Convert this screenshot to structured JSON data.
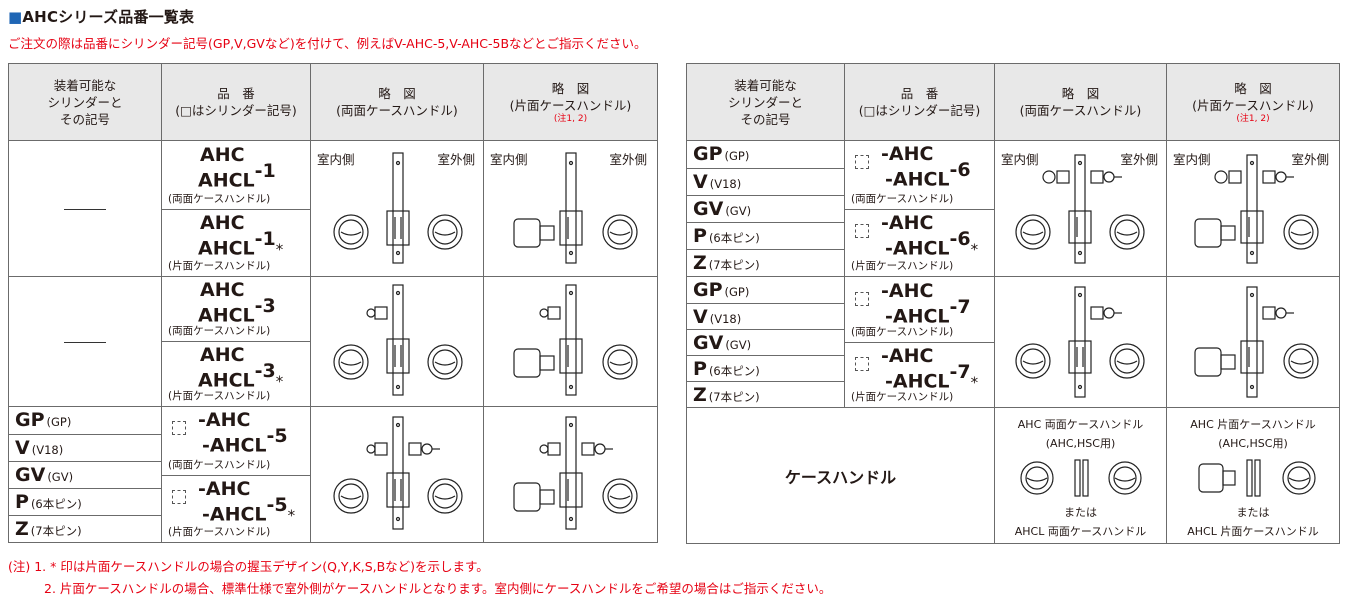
{
  "title": "AHCシリーズ品番一覧表",
  "title_marker": "■",
  "notice": "ご注文の際は品番にシリンダー記号(GP,V,GVなど)を付けて、例えばV-AHC-5,V-AHC-5Bなどとご指示ください。",
  "headers": {
    "cyl": [
      "装着可能な",
      "シリンダーと",
      "その記号"
    ],
    "part": [
      "品　番",
      "(□はシリンダー記号)"
    ],
    "fig_double": [
      "略　図",
      "(両面ケースハンドル)"
    ],
    "fig_single": [
      "略　図",
      "(片面ケースハンドル)"
    ],
    "fig_single_note": "(注1, 2)"
  },
  "labels": {
    "indoor": "室内側",
    "outdoor": "室外側",
    "cap_double": "(両面ケースハンドル)",
    "cap_single": "(片面ケースハンドル)",
    "none": "—"
  },
  "cylinders": [
    {
      "code": "GP",
      "sub": "(GP)"
    },
    {
      "code": "V",
      "sub": "(V18)"
    },
    {
      "code": "GV",
      "sub": "(GV)"
    },
    {
      "code": "P",
      "sub": "(6本ピン)"
    },
    {
      "code": "Z",
      "sub": "(7本ピン)"
    }
  ],
  "parts": {
    "p1": {
      "l1": "AHC",
      "l2": "AHCL",
      "num": "-1",
      "ast": "*"
    },
    "p3": {
      "l1": "AHC",
      "l2": "AHCL",
      "num": "-3",
      "ast": "*"
    },
    "p5": {
      "l1": "-AHC",
      "l2": "-AHCL",
      "num": "-5",
      "ast": "*"
    },
    "p6": {
      "l1": "-AHC",
      "l2": "-AHCL",
      "num": "-6",
      "ast": "*"
    },
    "p7": {
      "l1": "-AHC",
      "l2": "-AHCL",
      "num": "-7",
      "ast": "*"
    }
  },
  "case_handle": {
    "label": "ケースハンドル",
    "double_title": "AHC 両面ケースハンドル",
    "double_sub": "(AHC,HSC用)",
    "single_title": "AHC 片面ケースハンドル",
    "single_sub": "(AHC,HSC用)",
    "or": "または",
    "double_alt": "AHCL 両面ケースハンドル",
    "single_alt": "AHCL 片面ケースハンドル"
  },
  "footnotes": [
    "(注) 1. * 印は片面ケースハンドルの場合の握玉デザイン(Q,Y,K,S,Bなど)を示します。",
    "2. 片面ケースハンドルの場合、標準仕様で室外側がケースハンドルとなります。室内側にケースハンドルをご希望の場合はご指示ください。"
  ],
  "colors": {
    "accent_red": "#e60012",
    "header_bg": "#e8e8e8",
    "marker_blue": "#1f66b5"
  }
}
